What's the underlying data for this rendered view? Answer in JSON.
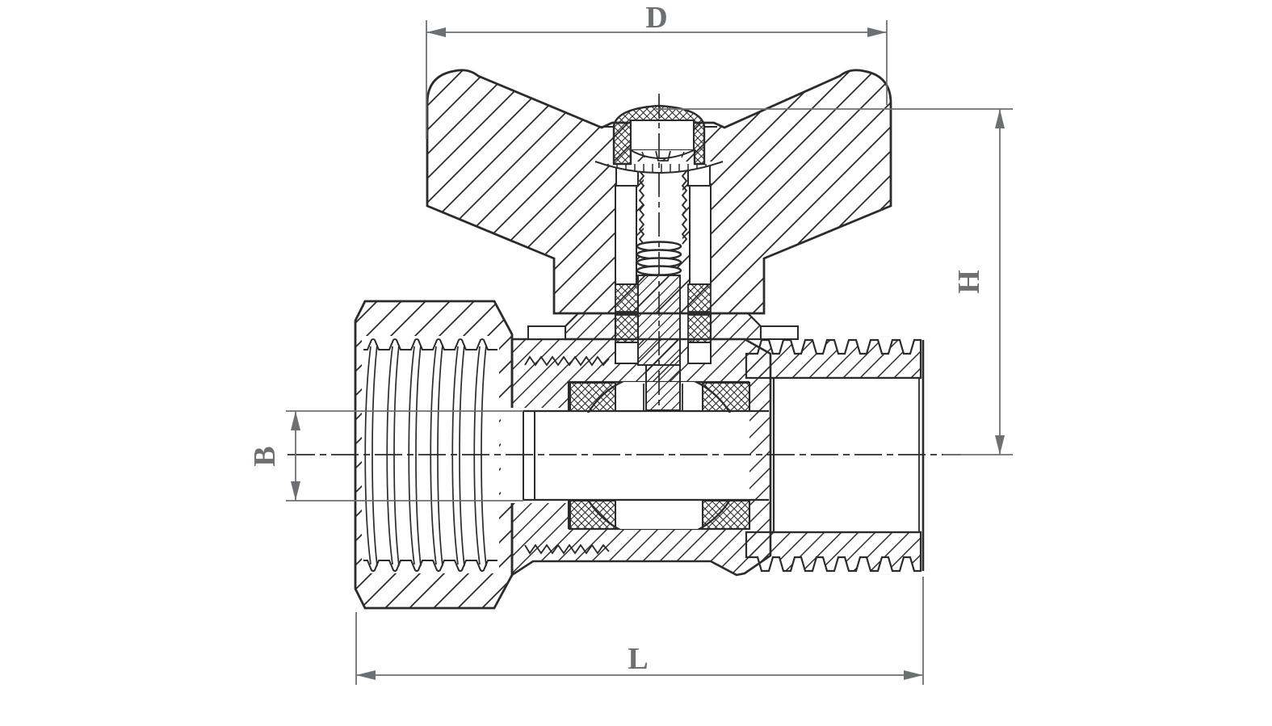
{
  "dims": {
    "d": "D",
    "h": "H",
    "b": "B",
    "l": "L"
  },
  "colors": {
    "line": "#2b2b2b",
    "dimension": "#6d7073",
    "background": "#ffffff"
  }
}
